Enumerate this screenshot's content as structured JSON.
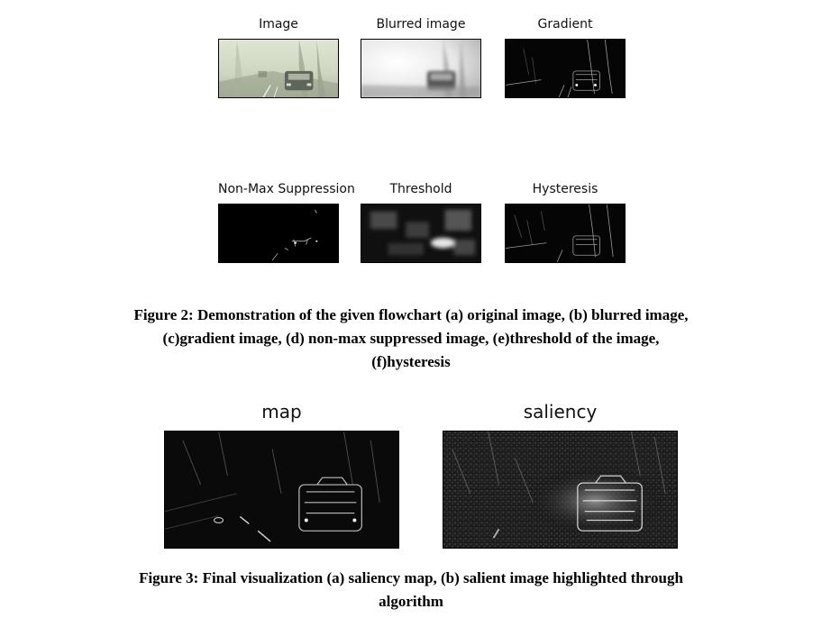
{
  "figure2": {
    "panels": [
      {
        "title": "Image",
        "style": "fog-original"
      },
      {
        "title": "Blurred image",
        "style": "fog-blurred"
      },
      {
        "title": "Gradient",
        "style": "edges"
      },
      {
        "title": "Non-Max Suppression",
        "style": "sparse-edges"
      },
      {
        "title": "Threshold",
        "style": "threshold-blobs"
      },
      {
        "title": "Hysteresis",
        "style": "edges"
      }
    ],
    "caption_lines": [
      "Figure 2: Demonstration of the given flowchart (a) original image, (b) blurred image,",
      "(c)gradient image, (d) non-max suppressed image, (e)threshold of the image,",
      "(f)hysteresis"
    ]
  },
  "figure3": {
    "panels": [
      {
        "title": "map",
        "style": "dark-edges"
      },
      {
        "title": "saliency",
        "style": "saliency-texture"
      }
    ],
    "caption_lines": [
      "Figure 3: Final visualization (a) saliency map, (b) salient image highlighted through",
      "algorithm"
    ]
  },
  "colors": {
    "fog_light": "#e3e8d6",
    "fog_dark": "#b9c2ad",
    "blur_light": "#f4f4f4",
    "edge_white": "#dcdcdc"
  }
}
